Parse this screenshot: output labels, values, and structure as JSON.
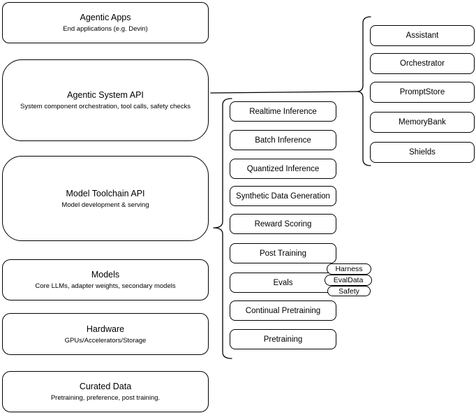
{
  "diagram": {
    "left_stack": [
      {
        "title": "Agentic Apps",
        "subtitle": "End applications (e.g. Devin)"
      },
      {
        "title": "Agentic System API",
        "subtitle": "System component orchestration, tool calls, safety checks"
      },
      {
        "title": "Model Toolchain API",
        "subtitle": "Model development & serving"
      },
      {
        "title": "Models",
        "subtitle": "Core LLMs, adapter weights, secondary models"
      },
      {
        "title": "Hardware",
        "subtitle": "GPUs/Accelerators/Storage"
      },
      {
        "title": "Curated Data",
        "subtitle": "Pretraining, preference, post training."
      }
    ],
    "toolchain_components": [
      {
        "label": "Realtime Inference"
      },
      {
        "label": "Batch Inference"
      },
      {
        "label": "Quantized Inference"
      },
      {
        "label": "Synthetic Data Generation"
      },
      {
        "label": "Reward Scoring"
      },
      {
        "label": "Post Training"
      },
      {
        "label": "Evals"
      },
      {
        "label": "Continual Pretraining"
      },
      {
        "label": "Pretraining"
      }
    ],
    "evals_tags": [
      {
        "label": "Harness"
      },
      {
        "label": "EvalData"
      },
      {
        "label": "Safety"
      }
    ],
    "system_components": [
      {
        "label": "Assistant"
      },
      {
        "label": "Orchestrator"
      },
      {
        "label": "PromptStore"
      },
      {
        "label": "MemoryBank"
      },
      {
        "label": "Shields"
      }
    ],
    "colors": {
      "stroke": "#000000",
      "fill": "#ffffff",
      "background": "#ffffff",
      "text": "#000000"
    }
  }
}
